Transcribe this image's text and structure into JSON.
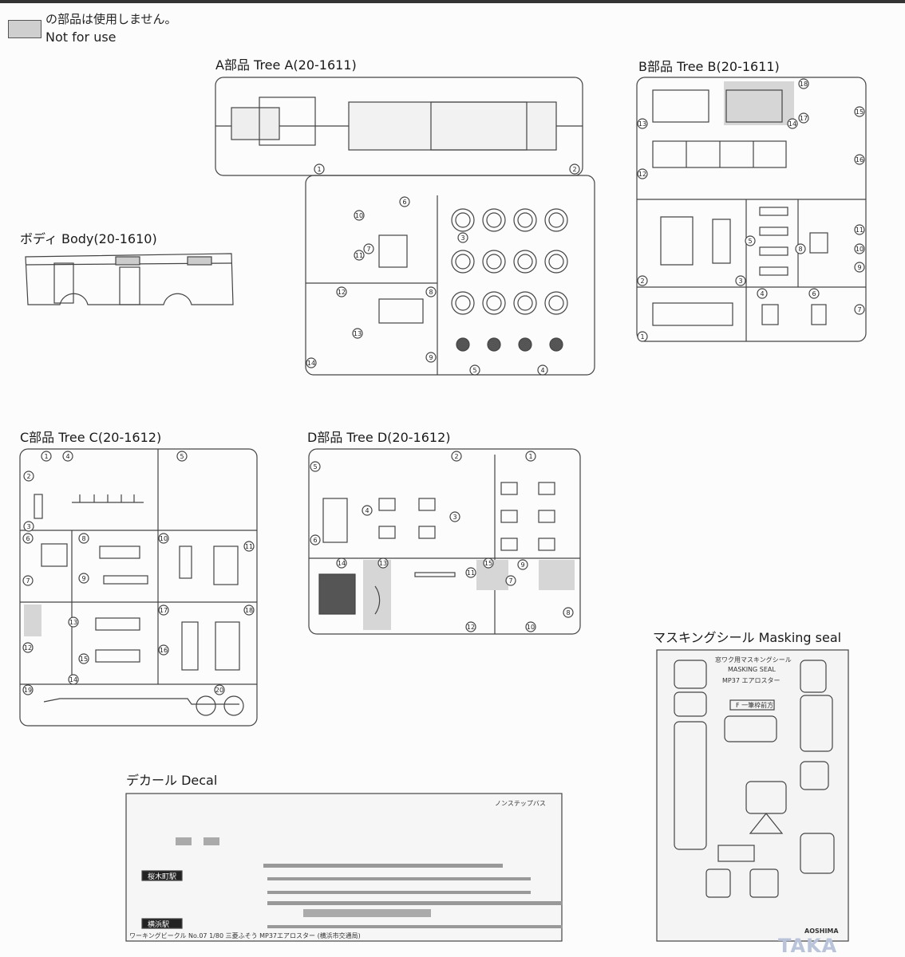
{
  "legend": {
    "jp": "の部品は使用しません。",
    "en": "Not for use",
    "swatch_color": "#cfcfcf"
  },
  "sections": {
    "tree_a": "A部品 Tree A(20-1611)",
    "tree_b": "B部品 Tree B(20-1611)",
    "body": "ボディ Body(20-1610)",
    "tree_c": "C部品 Tree C(20-1612)",
    "tree_d": "D部品 Tree D(20-1612)",
    "masking": "マスキングシール Masking seal",
    "decal": "デカール Decal"
  },
  "tree_a_numbers": [
    "1",
    "2",
    "3",
    "4",
    "5",
    "6",
    "7",
    "8",
    "9",
    "10",
    "11",
    "12",
    "13",
    "14"
  ],
  "tree_b_numbers": [
    "1",
    "2",
    "3",
    "4",
    "5",
    "6",
    "7",
    "8",
    "9",
    "10",
    "11",
    "12",
    "13",
    "14",
    "15",
    "16",
    "17",
    "18"
  ],
  "tree_c_numbers": [
    "1",
    "2",
    "3",
    "4",
    "5",
    "6",
    "7",
    "8",
    "9",
    "10",
    "11",
    "12",
    "13",
    "14",
    "15",
    "16",
    "17",
    "18",
    "19",
    "20"
  ],
  "tree_d_numbers": [
    "1",
    "2",
    "3",
    "4",
    "5",
    "6",
    "7",
    "8",
    "9",
    "10",
    "11",
    "12",
    "13",
    "14",
    "15"
  ],
  "masking_seal": {
    "title": "窓ワク用マスキングシール",
    "subtitle": "MASKING SEAL",
    "model": "MP37 エアロスター",
    "label_f": "F 一筆枠前方",
    "brand": "AOSHIMA"
  },
  "decal": {
    "stations": [
      "桜木町駅",
      "横浜駅"
    ],
    "nonstep": "ノンステップバス",
    "footer": "ワーキングビークル No.07 1/80 三菱ふそう MP37エアロスター (横浜市交通局)"
  },
  "watermark": "TAKA Hobby"
}
